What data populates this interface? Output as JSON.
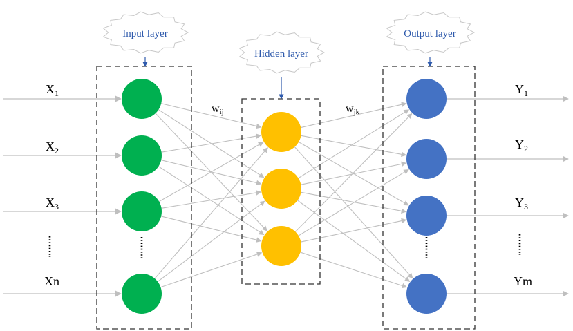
{
  "colors": {
    "input_node": "#00B050",
    "hidden_node": "#FFC000",
    "output_node": "#4472C4",
    "connection": "#BFBFBF",
    "cloud_text": "#2E5AAC",
    "cloud_border": "#C8C8C8",
    "pointer_arrow": "#2E5AAC",
    "box_border": "#333333",
    "label_text": "#000000"
  },
  "layers": {
    "input": {
      "title": "Input layer"
    },
    "hidden": {
      "title": "Hidden layer"
    },
    "output": {
      "title": "Output layer"
    }
  },
  "weights": {
    "input_hidden": {
      "main": "w",
      "sub": "ij"
    },
    "hidden_output": {
      "main": "w",
      "sub": "jk"
    }
  },
  "inputs": [
    {
      "main": "X",
      "sub": "1"
    },
    {
      "main": "X",
      "sub": "2"
    },
    {
      "main": "X",
      "sub": "3"
    },
    {
      "main": "Xn",
      "sub": ""
    }
  ],
  "outputs": [
    {
      "main": "Y",
      "sub": "1"
    },
    {
      "main": "Y",
      "sub": "2"
    },
    {
      "main": "Y",
      "sub": "3"
    },
    {
      "main": "Ym",
      "sub": ""
    }
  ]
}
